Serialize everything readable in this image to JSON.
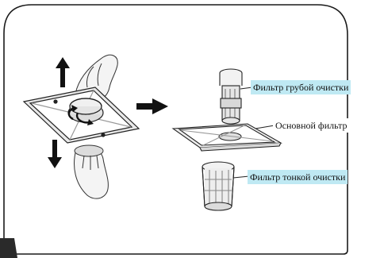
{
  "labels": {
    "coarse_filter": "Фильтр грубой очистки",
    "main_filter": "Основной фильтр",
    "fine_filter": "Фильтр тонкой очистки"
  },
  "colors": {
    "callout_fill": "#bfe9f3",
    "panel_border": "#1a1a1a",
    "corner_tab": "#2a2a2a"
  },
  "icons": [
    "arrow-up-icon",
    "arrow-down-icon",
    "rotate-arrow-icon",
    "arrow-right-icon"
  ]
}
